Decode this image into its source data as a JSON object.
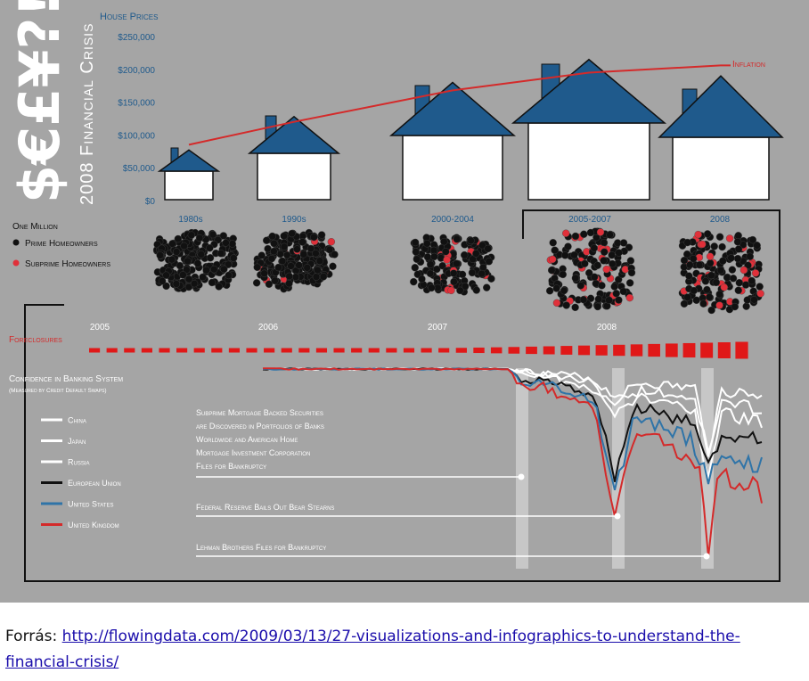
{
  "infographic": {
    "symbols": "$€£¥?!",
    "title": "2008 Financial Crisis"
  },
  "house_prices": {
    "axis_label": "House Prices",
    "ticks": [
      "$0",
      "$50,000",
      "$100,000",
      "$150,000",
      "$200,000",
      "$250,000"
    ],
    "periods": [
      "1980s",
      "1990s",
      "2000-2004",
      "2005-2007",
      "2008"
    ],
    "inflation_label": "Inflation"
  },
  "homeowners": {
    "legend_title": "One Million",
    "prime_label": "Prime Homeowners",
    "subprime_label": "Subprime Homeowners"
  },
  "foreclosures": {
    "label": "Foreclosures",
    "years": [
      "2005",
      "2006",
      "2007",
      "2008"
    ]
  },
  "banking": {
    "title": "Confidence in Banking System",
    "subtitle": "(Measured by Credit Default Swaps)",
    "annotations": [
      [
        "Subprime Mortgage Backed Securities",
        "are Discovered in Portfolios of Banks",
        "Worldwide and American Home",
        "Mortgage Investment Corporation",
        "Files for Bankruptcy"
      ],
      [
        "Federal Reserve Bails Out Bear Stearns"
      ],
      [
        "Lehman Brothers Files for Bankruptcy"
      ]
    ]
  },
  "colors": {
    "background": "#a5a5a5",
    "house_roof": "#1f5a8c",
    "house_body": "#ffffff",
    "inflation": "#d42a2a",
    "foreclosure": "#e01818",
    "prime_dot": "#111111",
    "subprime_dot": "#e0303a"
  },
  "chart_data": [
    {
      "type": "bar",
      "title": "",
      "ylabel": "House Prices",
      "categories": [
        "1980s",
        "1990s",
        "2000-2004",
        "2005-2007",
        "2008"
      ],
      "series": [
        {
          "values": [
            77000,
            128000,
            180000,
            215000,
            190000
          ]
        }
      ],
      "ylim": [
        0,
        250000
      ]
    },
    {
      "type": "line",
      "series": [
        {
          "name": "Inflation",
          "x": [
            "1980s",
            "1990s",
            "2000-2004",
            "2005-2007",
            "2008"
          ],
          "values": [
            85000,
            120000,
            168000,
            195000,
            206000
          ]
        }
      ]
    },
    {
      "type": "scatter",
      "categories": [
        "1980s",
        "1990s",
        "2000-2004",
        "2005-2007",
        "2008"
      ],
      "series": [
        {
          "name": "Prime Homeowners",
          "values": [
            200,
            188,
            150,
            130,
            140
          ]
        },
        {
          "name": "Subprime Homeowners",
          "values": [
            0,
            8,
            14,
            30,
            30
          ]
        }
      ]
    },
    {
      "type": "bar",
      "x": [
        2005,
        2006,
        2007,
        2008
      ],
      "series": [
        {
          "name": "Foreclosures",
          "values": [
            1,
            1,
            1.1,
            1.3,
            1.6,
            2.0,
            2.5,
            3.0,
            3.4,
            3.8
          ]
        }
      ]
    },
    {
      "type": "line",
      "title": "Confidence in Banking System",
      "subtitle": "(Measured by Credit Default Swaps)",
      "series": [
        {
          "name": "China",
          "color": "#ffffff"
        },
        {
          "name": "Japan",
          "color": "#ffffff"
        },
        {
          "name": "Russia",
          "color": "#ffffff"
        },
        {
          "name": "European Union",
          "color": "#111111"
        },
        {
          "name": "United States",
          "color": "#2f74a8"
        },
        {
          "name": "United Kingdom",
          "color": "#d42a2a"
        }
      ]
    }
  ],
  "source": {
    "prefix": "Forrás: ",
    "url": "http://flowingdata.com/2009/03/13/27-visualizations-and-infographics-to-understand-the-financial-crisis/"
  }
}
